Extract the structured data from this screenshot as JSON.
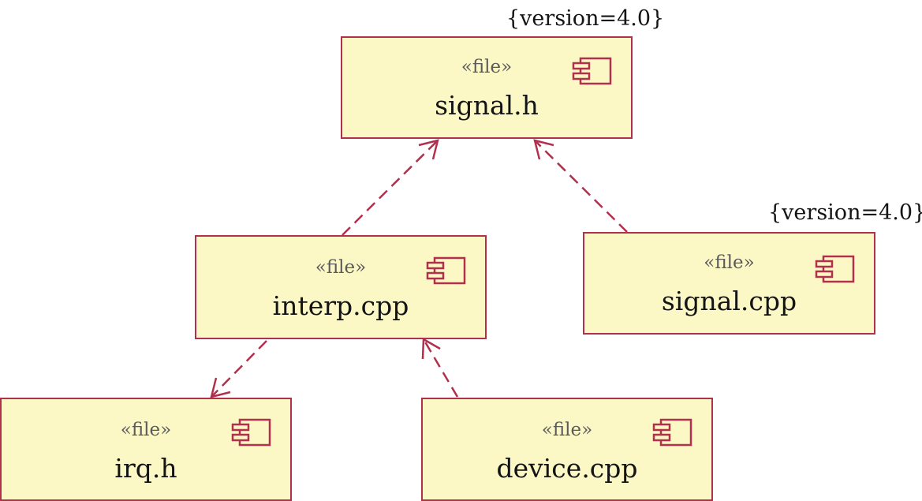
{
  "nodes": {
    "signal_h": {
      "stereotype": "«file»",
      "name": "signal.h",
      "icon": "component-icon"
    },
    "interp_cpp": {
      "stereotype": "«file»",
      "name": "interp.cpp",
      "icon": "component-icon"
    },
    "signal_cpp": {
      "stereotype": "«file»",
      "name": "signal.cpp",
      "icon": "component-icon"
    },
    "irq_h": {
      "stereotype": "«file»",
      "name": "irq.h",
      "icon": "component-icon"
    },
    "device_cpp": {
      "stereotype": "«file»",
      "name": "device.cpp",
      "icon": "component-icon"
    }
  },
  "constraints": {
    "signal_h": "{version=4.0}",
    "signal_cpp": "{version=4.0}"
  },
  "dependencies": [
    {
      "from": "interp.cpp",
      "to": "signal.h"
    },
    {
      "from": "signal.cpp",
      "to": "signal.h"
    },
    {
      "from": "interp.cpp",
      "to": "irq.h"
    },
    {
      "from": "device.cpp",
      "to": "interp.cpp"
    }
  ],
  "colors": {
    "fill": "#fcf8c6",
    "border": "#b1304e",
    "arrow": "#b1304e"
  }
}
